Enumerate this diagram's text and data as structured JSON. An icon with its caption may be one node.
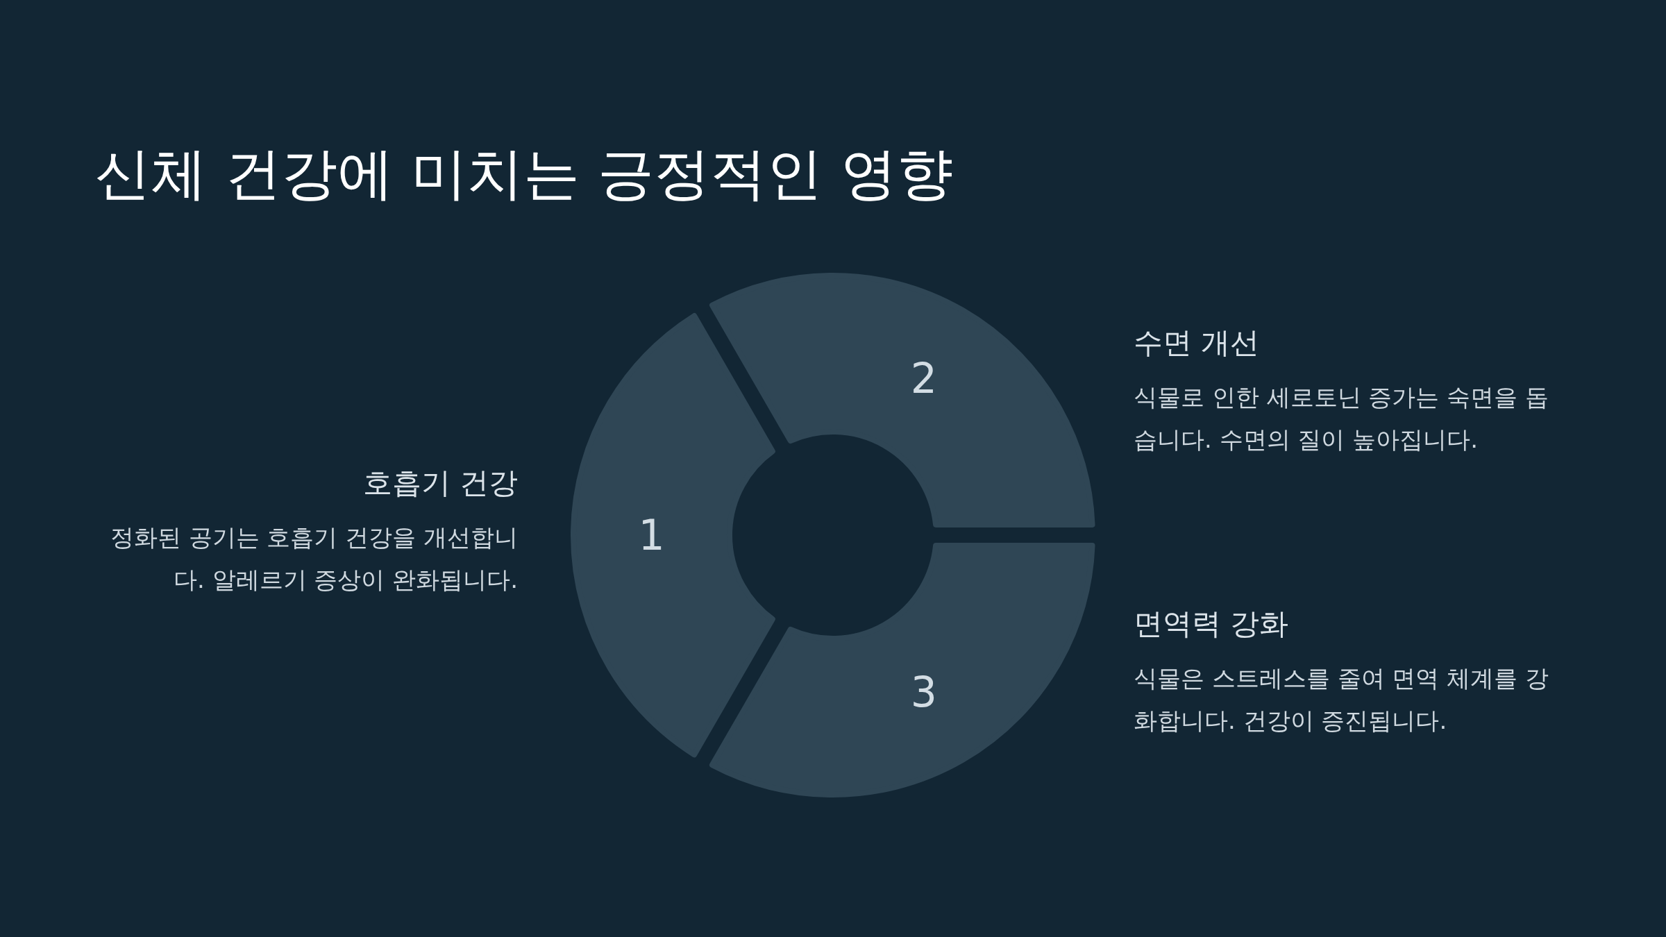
{
  "diagram": {
    "title": "신체 건강에 미치는 긍정적인 영향",
    "nodes": [
      {
        "text": [
          "1"
        ],
        "beside": [
          "호흡기 건강",
          "정화된 공기는 호흡기 건강을 개선합니다. 알레르기 증상이 완화됩니다."
        ]
      },
      {
        "text": [
          "2"
        ],
        "beside": [
          "수면 개선",
          "식물로 인한 세로토닌 증가는 숙면을 돕습니다. 수면의 질이 높아집니다."
        ]
      },
      {
        "text": [
          "3"
        ],
        "beside": [
          "면역력 강화",
          "식물은 스트레스를 줄여 면역 체계를 강화합니다. 건강이 증진됩니다."
        ]
      }
    ]
  }
}
